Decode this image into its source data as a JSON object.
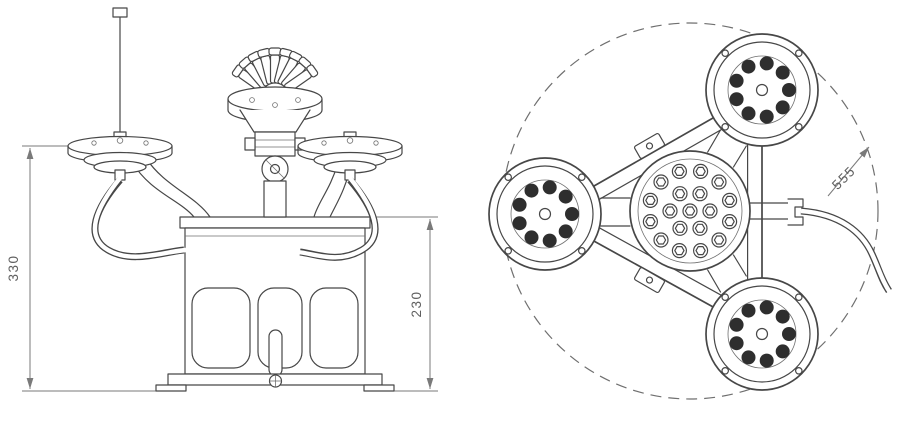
{
  "page": {
    "background": "#ffffff"
  },
  "drawing": {
    "type": "technical-drawing",
    "dimensions": {
      "front_overall_height": "330",
      "front_body_height": "230",
      "top_outer_diameter": "555"
    },
    "colors": {
      "line": "#474747",
      "dim_text": "#5f5f5f",
      "led": "#2e2e2e",
      "background": "#ffffff"
    }
  }
}
